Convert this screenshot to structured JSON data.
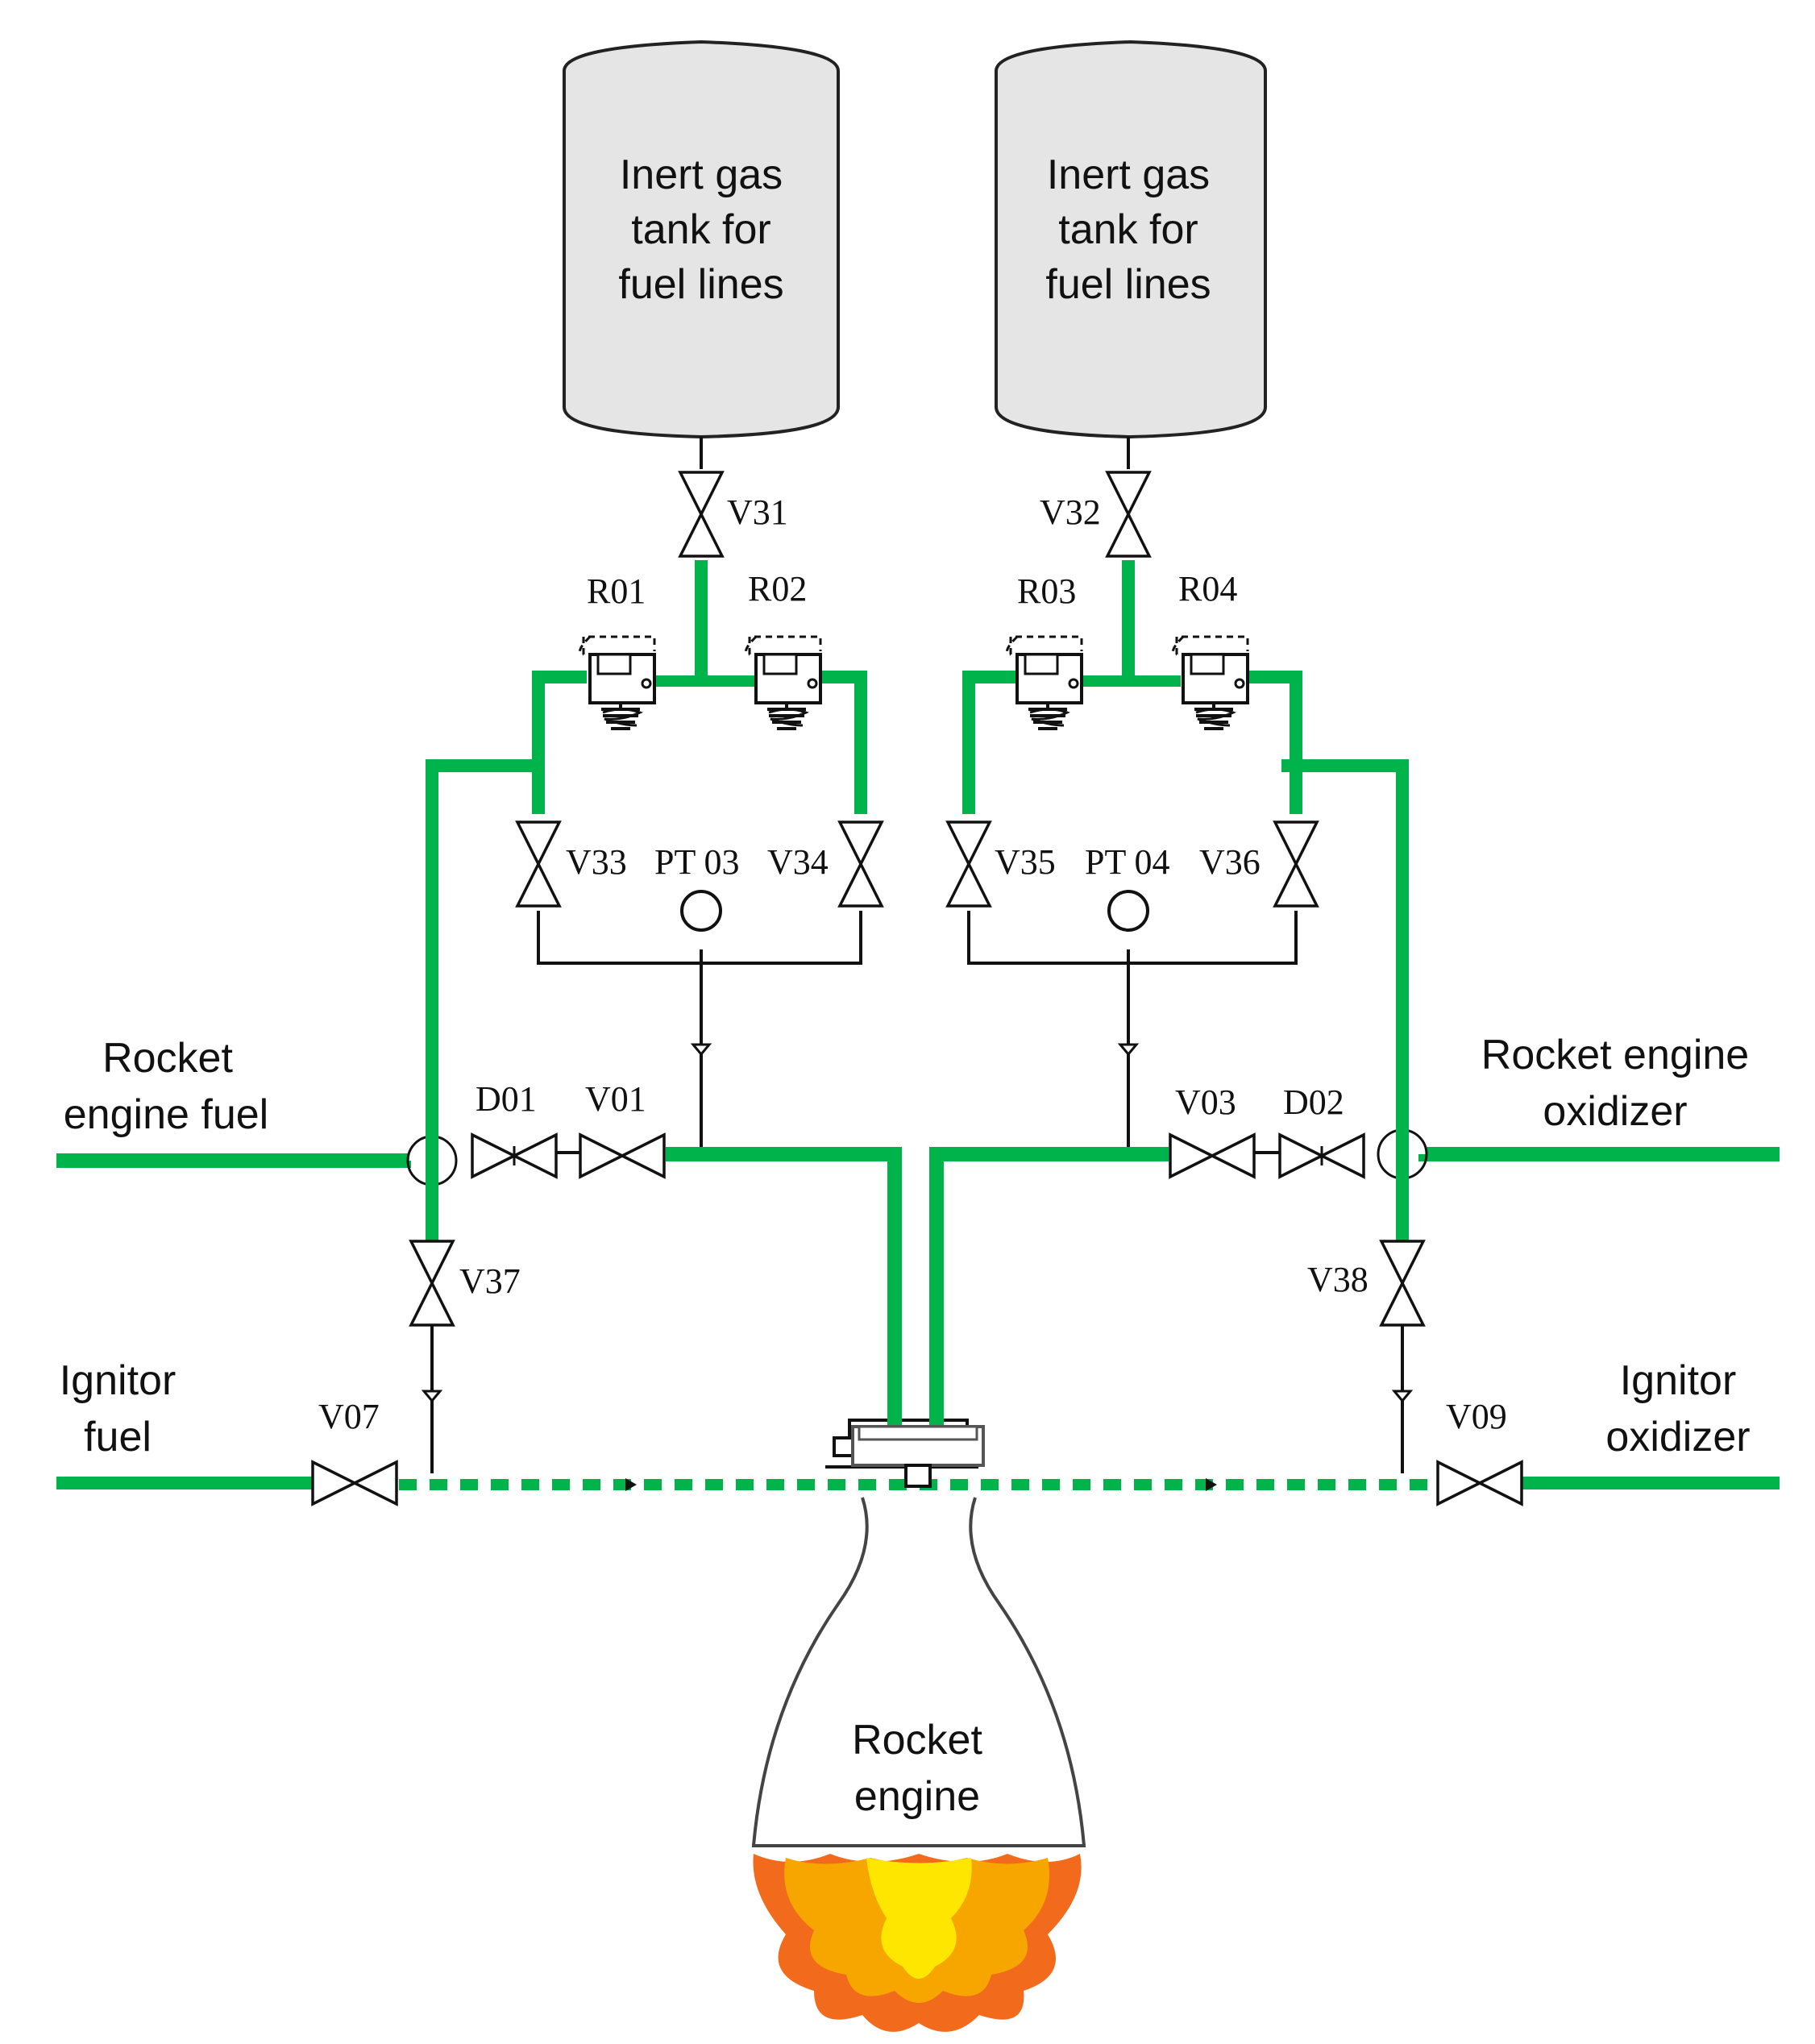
{
  "tanks": {
    "left": [
      "Inert gas",
      "tank for",
      "fuel lines"
    ],
    "right": [
      "Inert gas",
      "tank for",
      "fuel lines"
    ]
  },
  "valves": {
    "v31": "V31",
    "v32": "V32",
    "v33": "V33",
    "v34": "V34",
    "v35": "V35",
    "v36": "V36",
    "v37": "V37",
    "v38": "V38",
    "v01": "V01",
    "v03": "V03",
    "v07": "V07",
    "v09": "V09",
    "d01": "D01",
    "d02": "D02"
  },
  "regulators": {
    "r01": "R01",
    "r02": "R02",
    "r03": "R03",
    "r04": "R04"
  },
  "sensors": {
    "pt03": "PT 03",
    "pt04": "PT 04"
  },
  "lines": {
    "engine_fuel": [
      "Rocket",
      "engine fuel"
    ],
    "engine_oxidizer": [
      "Rocket engine",
      "oxidizer"
    ],
    "ignitor_fuel": [
      "Ignitor",
      "fuel"
    ],
    "ignitor_oxidizer": [
      "Ignitor",
      "oxidizer"
    ]
  },
  "engine": [
    "Rocket",
    "engine"
  ],
  "colors": {
    "pipe": "#00b34a",
    "line": "#111111",
    "flame_outer": "#f26a1b",
    "flame_mid": "#f7a600",
    "flame_inner": "#ffe600"
  }
}
